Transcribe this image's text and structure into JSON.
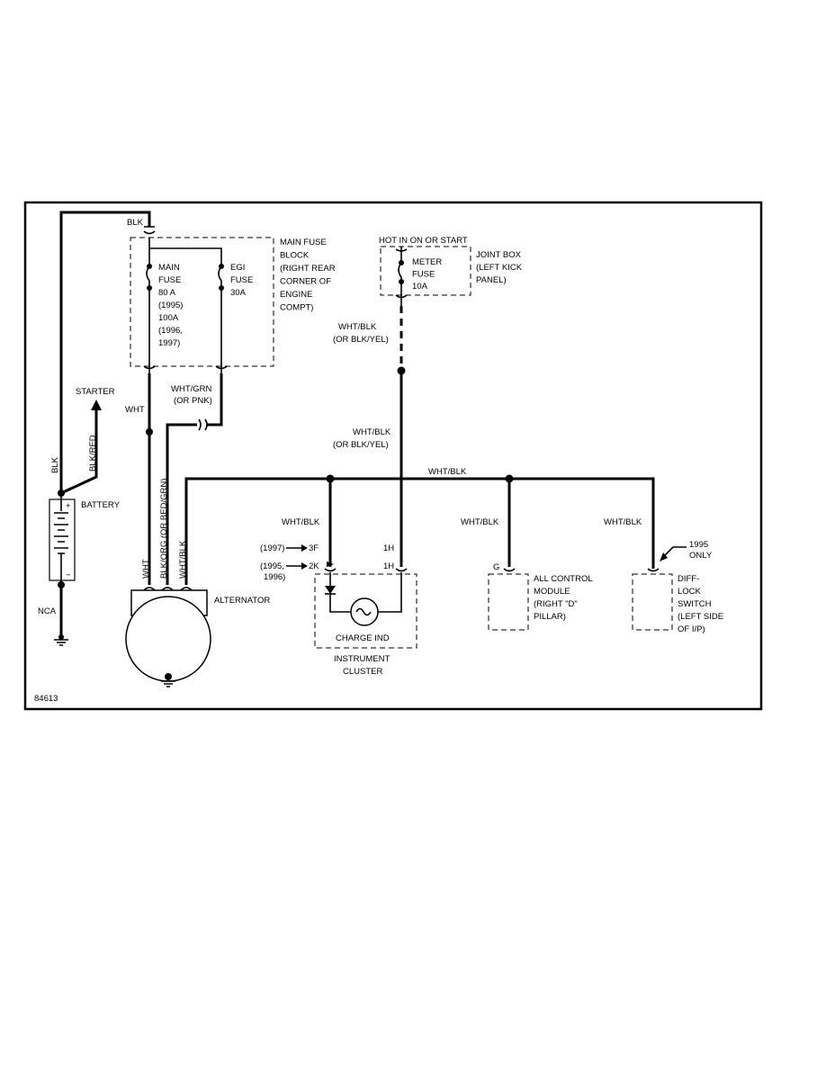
{
  "diagram_id": "84613",
  "wires": {
    "blk_top": "BLK",
    "wht_left": "WHT",
    "wht_grn": "WHT/GRN",
    "wht_grn_alt": "(OR PNK)",
    "blk_red": "BLK/RED",
    "blk_left": "BLK",
    "wht_vert": "WHT",
    "blk_org": "BLK/ORG (OR BED/GRN)",
    "wht_blk_vert": "WHT/BLK",
    "meter_wire_1": "WHT/BLK",
    "meter_wire_1_alt": "(OR BLK/YEL)",
    "meter_wire_2": "WHT/BLK",
    "meter_wire_2_alt": "(OR BLK/YEL)",
    "bus": "WHT/BLK",
    "drop_cluster": "WHT/BLK",
    "drop_module": "WHT/BLK",
    "drop_diff": "WHT/BLK",
    "nca": "NCA"
  },
  "components": {
    "main_fuse_block": [
      "MAIN FUSE",
      "BLOCK",
      "(RIGHT REAR",
      "CORNER OF",
      "ENGINE",
      "COMPT)"
    ],
    "main_fuse": [
      "MAIN",
      "FUSE",
      "80 A",
      "(1995)",
      "100A",
      "(1996,",
      "1997)"
    ],
    "egi_fuse": [
      "EGI",
      "FUSE",
      "30A"
    ],
    "hot_label": "HOT IN ON OR START",
    "meter_fuse": [
      "METER",
      "FUSE",
      "10A"
    ],
    "joint_box": [
      "JOINT BOX",
      "(LEFT KICK",
      "PANEL)"
    ],
    "starter": "STARTER",
    "battery": "BATTERY",
    "battery_plus": "+",
    "battery_minus": "−",
    "alternator": "ALTERNATOR",
    "charge_ind": "CHARGE IND",
    "instrument_cluster": [
      "INSTRUMENT",
      "CLUSTER"
    ],
    "pin_3f_year": "(1997)",
    "pin_3f": "3F",
    "pin_2k_year": [
      "(1995,",
      "1996)"
    ],
    "pin_2k": "2K",
    "pin_1h_a": "1H",
    "pin_1h_b": "1H",
    "pin_g": "G",
    "all_control_module": [
      "ALL CONTROL",
      "MODULE",
      "(RIGHT \"D\"",
      "PILLAR)"
    ],
    "diff_lock_note": [
      "1995",
      "ONLY"
    ],
    "diff_lock_switch": [
      "DIFF-",
      "LOCK",
      "SWITCH",
      "(LEFT SIDE",
      "OF I/P)"
    ]
  }
}
